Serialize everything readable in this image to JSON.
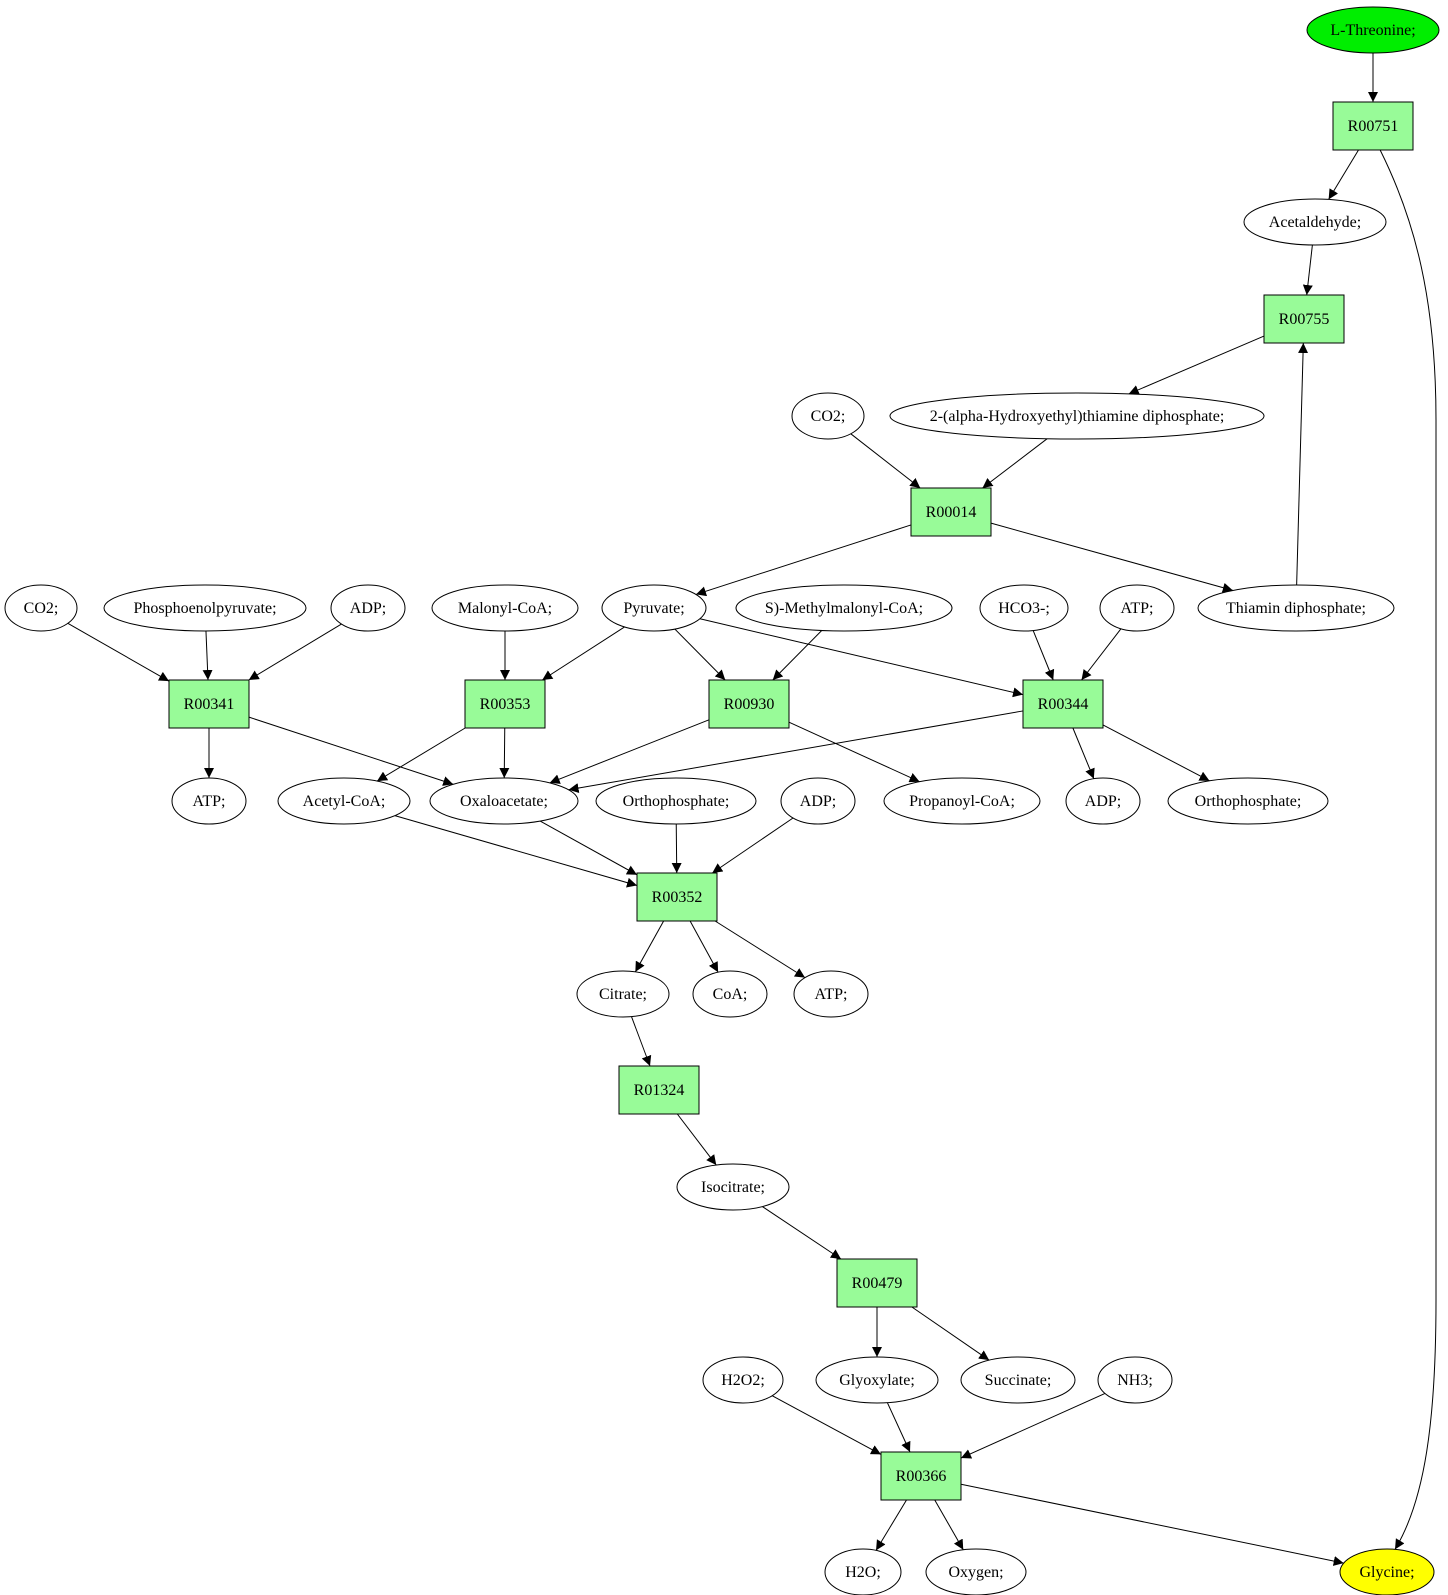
{
  "colors": {
    "reaction_fill": "#98fb98",
    "metabolite_fill": "#ffffff",
    "start_fill": "#00ee00",
    "end_fill": "#ffff00",
    "stroke": "#000000"
  },
  "nodes": [
    {
      "id": "l-threonine",
      "label": "L-Threonine;",
      "shape": "ellipse",
      "role": "start"
    },
    {
      "id": "r00751",
      "label": "R00751",
      "shape": "box",
      "role": "reaction"
    },
    {
      "id": "acetaldehyde",
      "label": "Acetaldehyde;",
      "shape": "ellipse",
      "role": "metabolite"
    },
    {
      "id": "r00755",
      "label": "R00755",
      "shape": "box",
      "role": "reaction"
    },
    {
      "id": "co2-top",
      "label": "CO2;",
      "shape": "ellipse",
      "role": "metabolite"
    },
    {
      "id": "hydroxyethyl-tpp",
      "label": "2-(alpha-Hydroxyethyl)thiamine diphosphate;",
      "shape": "ellipse",
      "role": "metabolite"
    },
    {
      "id": "r00014",
      "label": "R00014",
      "shape": "box",
      "role": "reaction"
    },
    {
      "id": "co2-left",
      "label": "CO2;",
      "shape": "ellipse",
      "role": "metabolite"
    },
    {
      "id": "phosphoenolpyruvate",
      "label": "Phosphoenolpyruvate;",
      "shape": "ellipse",
      "role": "metabolite"
    },
    {
      "id": "adp-left",
      "label": "ADP;",
      "shape": "ellipse",
      "role": "metabolite"
    },
    {
      "id": "malonyl-coa",
      "label": "Malonyl-CoA;",
      "shape": "ellipse",
      "role": "metabolite"
    },
    {
      "id": "pyruvate",
      "label": "Pyruvate;",
      "shape": "ellipse",
      "role": "metabolite"
    },
    {
      "id": "methylmalonyl-coa",
      "label": "S)-Methylmalonyl-CoA;",
      "shape": "ellipse",
      "role": "metabolite"
    },
    {
      "id": "hco3",
      "label": "HCO3-;",
      "shape": "ellipse",
      "role": "metabolite"
    },
    {
      "id": "atp-top",
      "label": "ATP;",
      "shape": "ellipse",
      "role": "metabolite"
    },
    {
      "id": "thiamin-diphosphate",
      "label": "Thiamin diphosphate;",
      "shape": "ellipse",
      "role": "metabolite"
    },
    {
      "id": "r00341",
      "label": "R00341",
      "shape": "box",
      "role": "reaction"
    },
    {
      "id": "r00353",
      "label": "R00353",
      "shape": "box",
      "role": "reaction"
    },
    {
      "id": "r00930",
      "label": "R00930",
      "shape": "box",
      "role": "reaction"
    },
    {
      "id": "r00344",
      "label": "R00344",
      "shape": "box",
      "role": "reaction"
    },
    {
      "id": "atp-left",
      "label": "ATP;",
      "shape": "ellipse",
      "role": "metabolite"
    },
    {
      "id": "acetyl-coa",
      "label": "Acetyl-CoA;",
      "shape": "ellipse",
      "role": "metabolite"
    },
    {
      "id": "oxaloacetate",
      "label": "Oxaloacetate;",
      "shape": "ellipse",
      "role": "metabolite"
    },
    {
      "id": "orthophosphate-mid",
      "label": "Orthophosphate;",
      "shape": "ellipse",
      "role": "metabolite"
    },
    {
      "id": "adp-mid",
      "label": "ADP;",
      "shape": "ellipse",
      "role": "metabolite"
    },
    {
      "id": "propanoyl-coa",
      "label": "Propanoyl-CoA;",
      "shape": "ellipse",
      "role": "metabolite"
    },
    {
      "id": "adp-right",
      "label": "ADP;",
      "shape": "ellipse",
      "role": "metabolite"
    },
    {
      "id": "orthophosphate-right",
      "label": "Orthophosphate;",
      "shape": "ellipse",
      "role": "metabolite"
    },
    {
      "id": "r00352",
      "label": "R00352",
      "shape": "box",
      "role": "reaction"
    },
    {
      "id": "citrate",
      "label": "Citrate;",
      "shape": "ellipse",
      "role": "metabolite"
    },
    {
      "id": "coa",
      "label": "CoA;",
      "shape": "ellipse",
      "role": "metabolite"
    },
    {
      "id": "atp-bottom",
      "label": "ATP;",
      "shape": "ellipse",
      "role": "metabolite"
    },
    {
      "id": "r01324",
      "label": "R01324",
      "shape": "box",
      "role": "reaction"
    },
    {
      "id": "isocitrate",
      "label": "Isocitrate;",
      "shape": "ellipse",
      "role": "metabolite"
    },
    {
      "id": "r00479",
      "label": "R00479",
      "shape": "box",
      "role": "reaction"
    },
    {
      "id": "h2o2",
      "label": "H2O2;",
      "shape": "ellipse",
      "role": "metabolite"
    },
    {
      "id": "glyoxylate",
      "label": "Glyoxylate;",
      "shape": "ellipse",
      "role": "metabolite"
    },
    {
      "id": "succinate",
      "label": "Succinate;",
      "shape": "ellipse",
      "role": "metabolite"
    },
    {
      "id": "nh3",
      "label": "NH3;",
      "shape": "ellipse",
      "role": "metabolite"
    },
    {
      "id": "r00366",
      "label": "R00366",
      "shape": "box",
      "role": "reaction"
    },
    {
      "id": "h2o",
      "label": "H2O;",
      "shape": "ellipse",
      "role": "metabolite"
    },
    {
      "id": "oxygen",
      "label": "Oxygen;",
      "shape": "ellipse",
      "role": "metabolite"
    },
    {
      "id": "glycine",
      "label": "Glycine;",
      "shape": "ellipse",
      "role": "end"
    }
  ],
  "edges": [
    {
      "from": "l-threonine",
      "to": "r00751"
    },
    {
      "from": "r00751",
      "to": "acetaldehyde"
    },
    {
      "from": "r00751",
      "to": "glycine"
    },
    {
      "from": "acetaldehyde",
      "to": "r00755"
    },
    {
      "from": "r00755",
      "to": "hydroxyethyl-tpp"
    },
    {
      "from": "thiamin-diphosphate",
      "to": "r00755"
    },
    {
      "from": "co2-top",
      "to": "r00014"
    },
    {
      "from": "hydroxyethyl-tpp",
      "to": "r00014"
    },
    {
      "from": "r00014",
      "to": "pyruvate"
    },
    {
      "from": "r00014",
      "to": "thiamin-diphosphate"
    },
    {
      "from": "co2-left",
      "to": "r00341"
    },
    {
      "from": "phosphoenolpyruvate",
      "to": "r00341"
    },
    {
      "from": "adp-left",
      "to": "r00341"
    },
    {
      "from": "r00341",
      "to": "atp-left"
    },
    {
      "from": "r00341",
      "to": "oxaloacetate"
    },
    {
      "from": "malonyl-coa",
      "to": "r00353"
    },
    {
      "from": "pyruvate",
      "to": "r00353"
    },
    {
      "from": "r00353",
      "to": "acetyl-coa"
    },
    {
      "from": "r00353",
      "to": "oxaloacetate"
    },
    {
      "from": "pyruvate",
      "to": "r00930"
    },
    {
      "from": "methylmalonyl-coa",
      "to": "r00930"
    },
    {
      "from": "r00930",
      "to": "oxaloacetate"
    },
    {
      "from": "r00930",
      "to": "propanoyl-coa"
    },
    {
      "from": "pyruvate",
      "to": "r00344"
    },
    {
      "from": "hco3",
      "to": "r00344"
    },
    {
      "from": "atp-top",
      "to": "r00344"
    },
    {
      "from": "r00344",
      "to": "oxaloacetate"
    },
    {
      "from": "r00344",
      "to": "adp-right"
    },
    {
      "from": "r00344",
      "to": "orthophosphate-right"
    },
    {
      "from": "acetyl-coa",
      "to": "r00352"
    },
    {
      "from": "oxaloacetate",
      "to": "r00352"
    },
    {
      "from": "orthophosphate-mid",
      "to": "r00352"
    },
    {
      "from": "adp-mid",
      "to": "r00352"
    },
    {
      "from": "r00352",
      "to": "citrate"
    },
    {
      "from": "r00352",
      "to": "coa"
    },
    {
      "from": "r00352",
      "to": "atp-bottom"
    },
    {
      "from": "citrate",
      "to": "r01324"
    },
    {
      "from": "r01324",
      "to": "isocitrate"
    },
    {
      "from": "isocitrate",
      "to": "r00479"
    },
    {
      "from": "r00479",
      "to": "glyoxylate"
    },
    {
      "from": "r00479",
      "to": "succinate"
    },
    {
      "from": "h2o2",
      "to": "r00366"
    },
    {
      "from": "glyoxylate",
      "to": "r00366"
    },
    {
      "from": "nh3",
      "to": "r00366"
    },
    {
      "from": "r00366",
      "to": "h2o"
    },
    {
      "from": "r00366",
      "to": "oxygen"
    },
    {
      "from": "r00366",
      "to": "glycine"
    }
  ]
}
